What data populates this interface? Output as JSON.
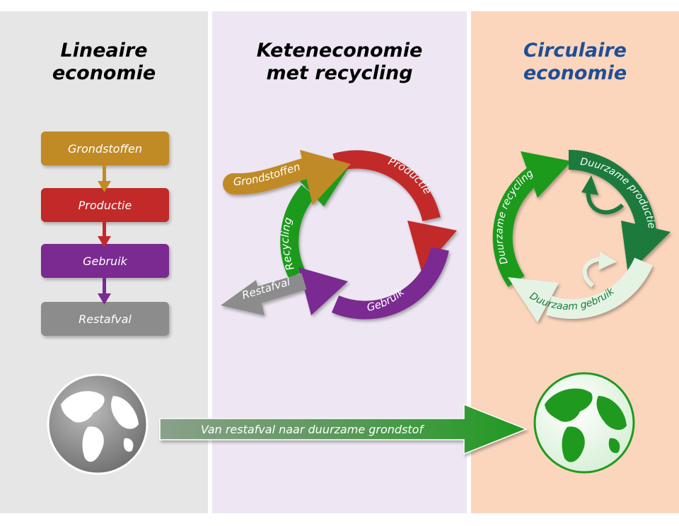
{
  "columns": {
    "linear": {
      "title": "Lineaire\neconomie",
      "steps": [
        "Grondstoffen",
        "Productie",
        "Gebruik",
        "Restafval"
      ]
    },
    "chain": {
      "title": "Keteneconomie\nmet recycling",
      "labels": {
        "grondstoffen": "Grondstoffen",
        "productie": "Productie",
        "gebruik": "Gebruik",
        "recycling": "Recycling",
        "restafval": "Restafval"
      }
    },
    "circular": {
      "title": "Circulaire\neconomie",
      "labels": {
        "recycling": "Duurzame recycling",
        "productie": "Duurzame productie",
        "gebruik": "Duurzaam gebruik"
      }
    }
  },
  "banner": {
    "label": "Van restafval naar duurzame grondstof"
  },
  "colors": {
    "grondstoffen": "#c08a25",
    "productie": "#c22929",
    "gebruik": "#7a2a91",
    "restafval": "#8c8c8c",
    "recycling": "#1f9a1f",
    "duurzaam": "#1a7a3c",
    "duurzaam_light": "#e4f3e4",
    "circular_title": "#1f4e96"
  },
  "icons": [
    "globe-grey-icon",
    "globe-green-icon",
    "arrow-down-icon",
    "cycle-arrow-icon"
  ]
}
